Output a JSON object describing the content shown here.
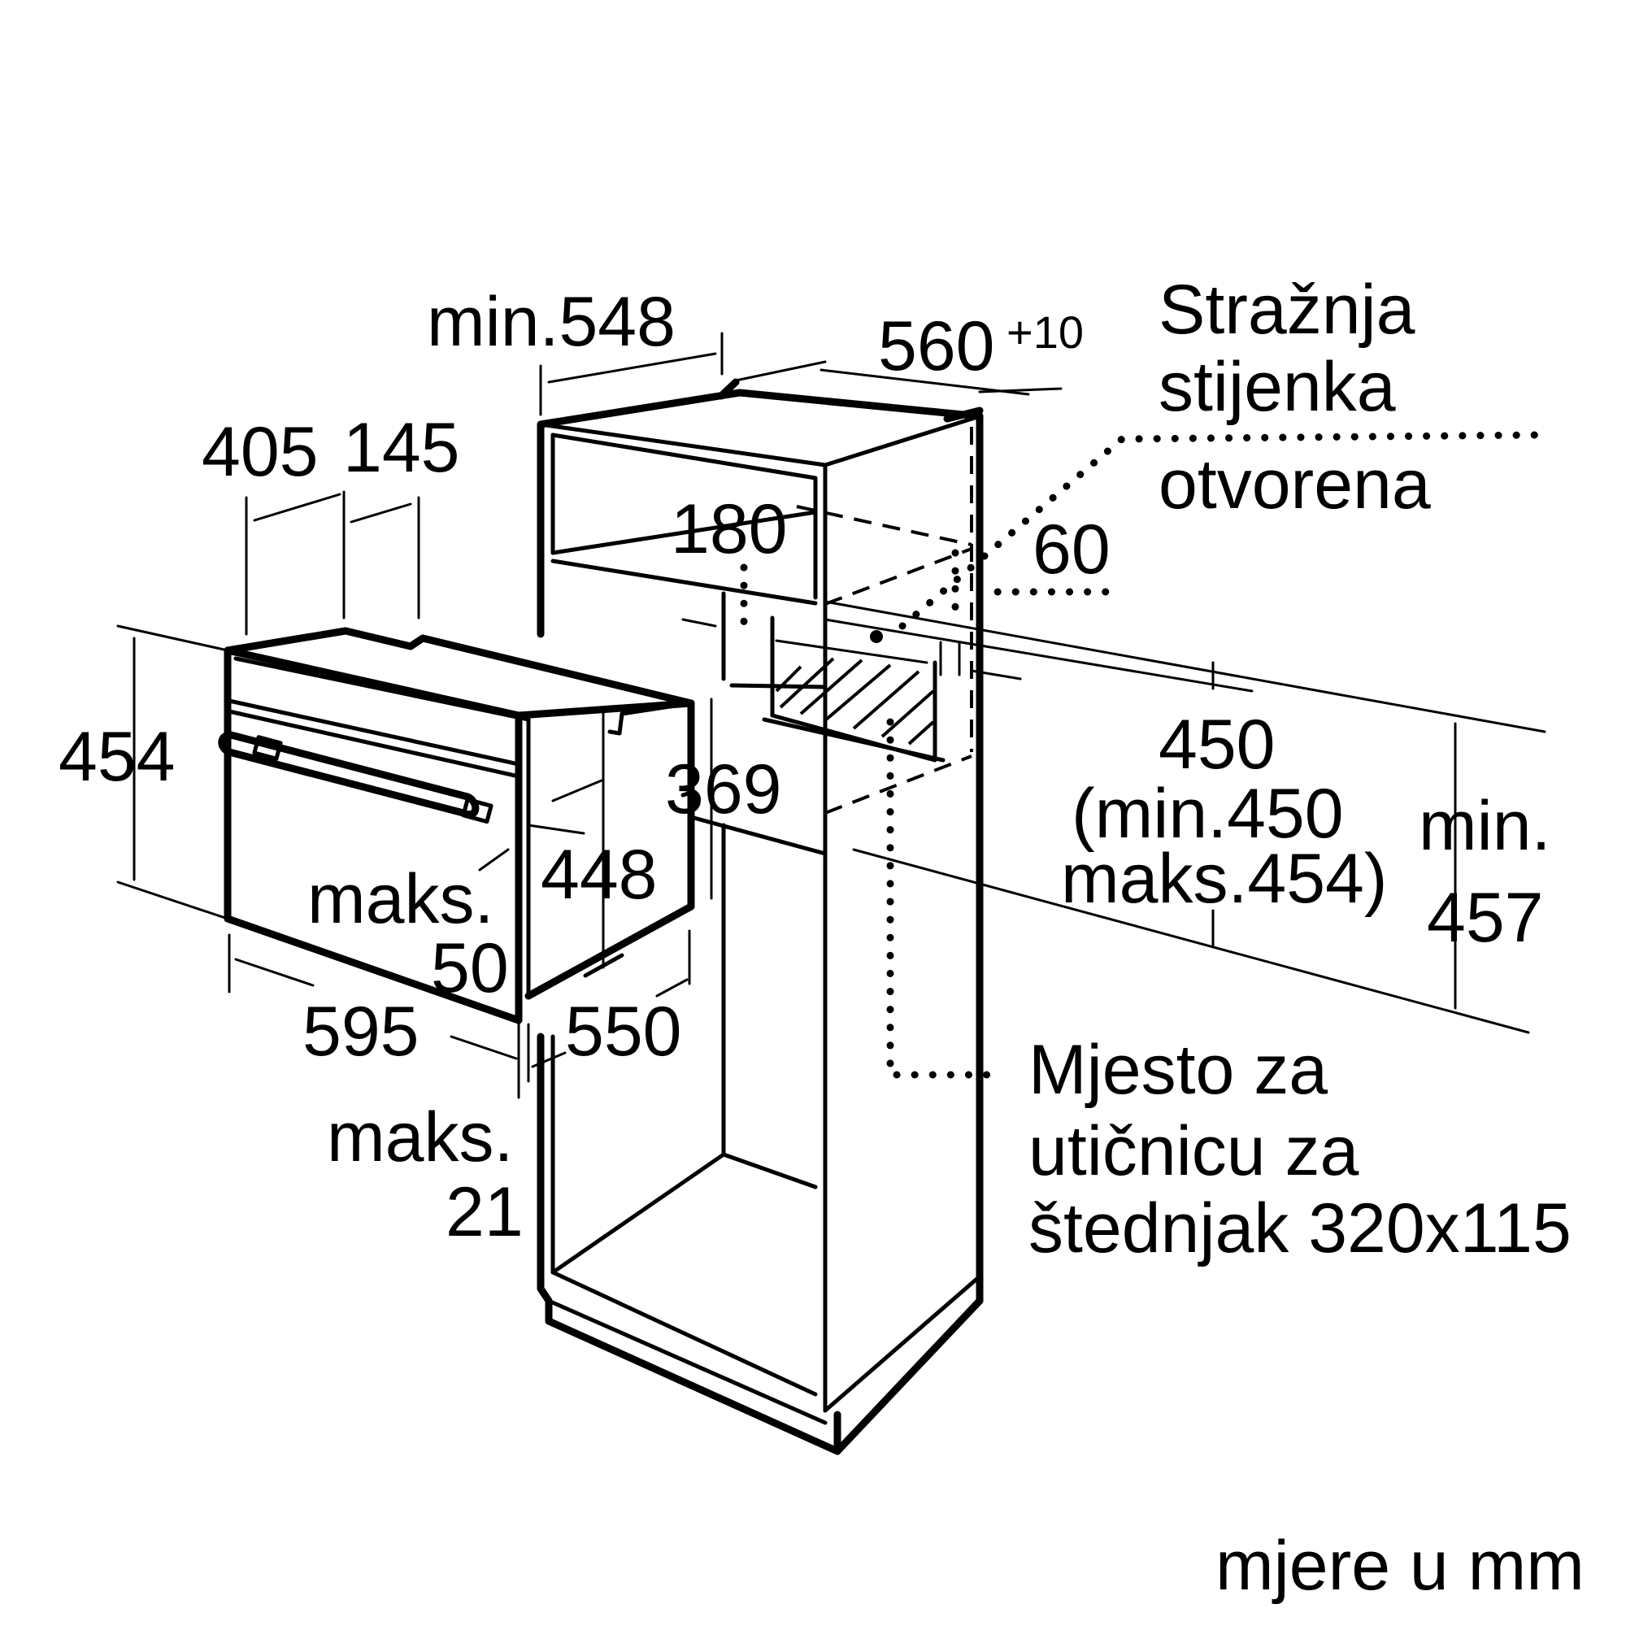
{
  "dimensions": {
    "d_405": "405",
    "d_145": "145",
    "d_454": "454",
    "d_448": "448",
    "d_maks50_a": "maks.",
    "d_maks50_b": "50",
    "d_595": "595",
    "d_550": "550",
    "d_maks21_a": "maks.",
    "d_maks21_b": "21",
    "d_min548": "min.548",
    "d_560": "560",
    "d_560_tol": "+10",
    "d_180": "180",
    "d_60": "60",
    "d_369": "369",
    "d_450": "450",
    "d_450_range_a": "(min.450",
    "d_450_range_b": "maks.454)",
    "d_min457_a": "min.",
    "d_min457_b": "457"
  },
  "notes": {
    "rear_wall_1": "Stražnja",
    "rear_wall_2": "stijenka",
    "rear_wall_3": "otvorena",
    "socket_1": "Mjesto za",
    "socket_2": "utičnicu za",
    "socket_3": "štednjak 320x115",
    "units": "mjere u mm"
  }
}
